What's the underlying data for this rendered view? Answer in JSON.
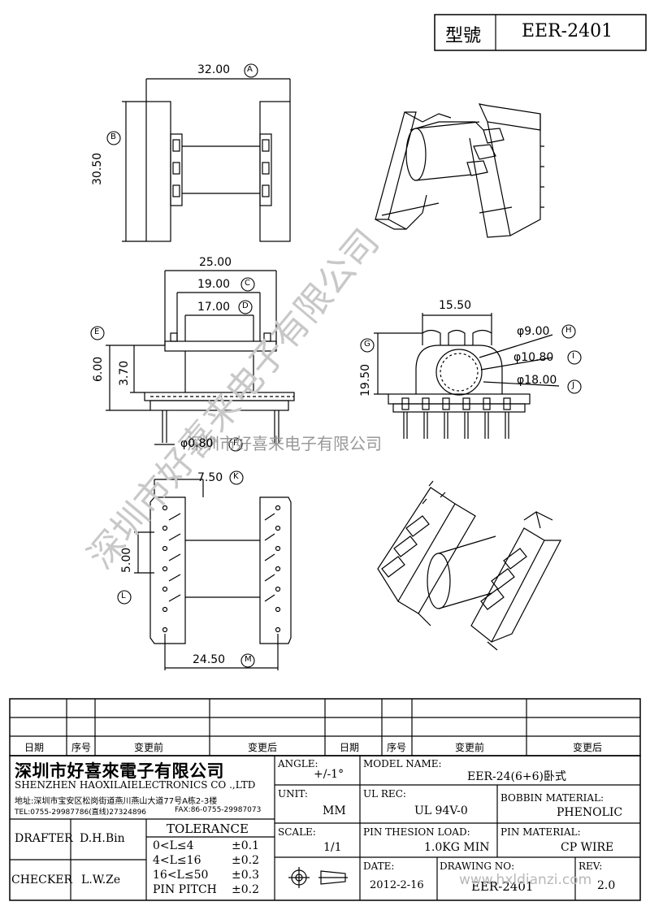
{
  "header": {
    "model_label": "型號",
    "model_value": "EER-2401"
  },
  "watermark": {
    "big": "深圳市好喜来电子有限公司",
    "small": "深圳市好喜来电子有限公司",
    "url": "www.hxldianzi.com"
  },
  "dimensions": {
    "a": "32.00",
    "b": "30.50",
    "c": "19.00",
    "d": "17.00",
    "w25": "25.00",
    "e_h": "6.00",
    "e_inner": "3.70",
    "f": "φ0.80",
    "g": "19.50",
    "g_top": "15.50",
    "h": "φ9.00",
    "i": "φ10.80",
    "j": "φ18.00",
    "k": "7.50",
    "l": "5.00",
    "m": "24.50"
  },
  "markers": {
    "a": "A",
    "b": "B",
    "c": "C",
    "d": "D",
    "e": "E",
    "f": "F",
    "g": "G",
    "h": "H",
    "i": "I",
    "j": "J",
    "k": "K",
    "l": "L",
    "m": "M"
  },
  "revision_table": {
    "headers": [
      "日期",
      "序号",
      "变更前",
      "变更后",
      "日期",
      "序号",
      "变更前",
      "变更后"
    ]
  },
  "title_block": {
    "company_cn": "深圳市好喜來電子有限公司",
    "company_en": "SHENZHEN HAOXILAIELECTRONICS CO .,LTD",
    "address": "地址:深圳市宝安区松岗街道燕川燕山大道77号A栋2-3楼",
    "tel": "TEL:0755-29987786(直线)27324896",
    "fax": "FAX:86-0755-29987073",
    "angle_label": "ANGLE:",
    "angle_value": "+/-1°",
    "model_name_label": "MODEL NAME:",
    "model_name_value": "EER-24(6+6)卧式",
    "unit_label": "UNIT:",
    "unit_value": "MM",
    "ul_label": "UL REC:",
    "ul_value": "UL 94V-0",
    "bobbin_label": "BOBBIN MATERIAL:",
    "bobbin_value": "PHENOLIC",
    "drafter_label": "DRAFTER",
    "drafter_value": "D.H.Bin",
    "tolerance_label": "TOLERANCE",
    "tolerance_rows": [
      {
        "range": "0<L≤4",
        "value": "±0.1"
      },
      {
        "range": "4<L≤16",
        "value": "±0.2"
      },
      {
        "range": "16<L≤50",
        "value": "±0.3"
      },
      {
        "range": "PIN PITCH",
        "value": "±0.2"
      }
    ],
    "scale_label": "SCALE:",
    "scale_value": "1/1",
    "pin_load_label": "PIN THESION LOAD:",
    "pin_load_value": "1.0KG MIN",
    "pin_material_label": "PIN MATERIAL:",
    "pin_material_value": "CP  WIRE",
    "checker_label": "CHECKER",
    "checker_value": "L.W.Ze",
    "date_label": "DATE:",
    "date_value": "2012-2-16",
    "drawing_no_label": "DRAWING NO:",
    "drawing_no_value": "EER-2401",
    "rev_label": "REV:",
    "rev_value": "2.0",
    "watermark_url": "www.hxldianzi.com"
  }
}
